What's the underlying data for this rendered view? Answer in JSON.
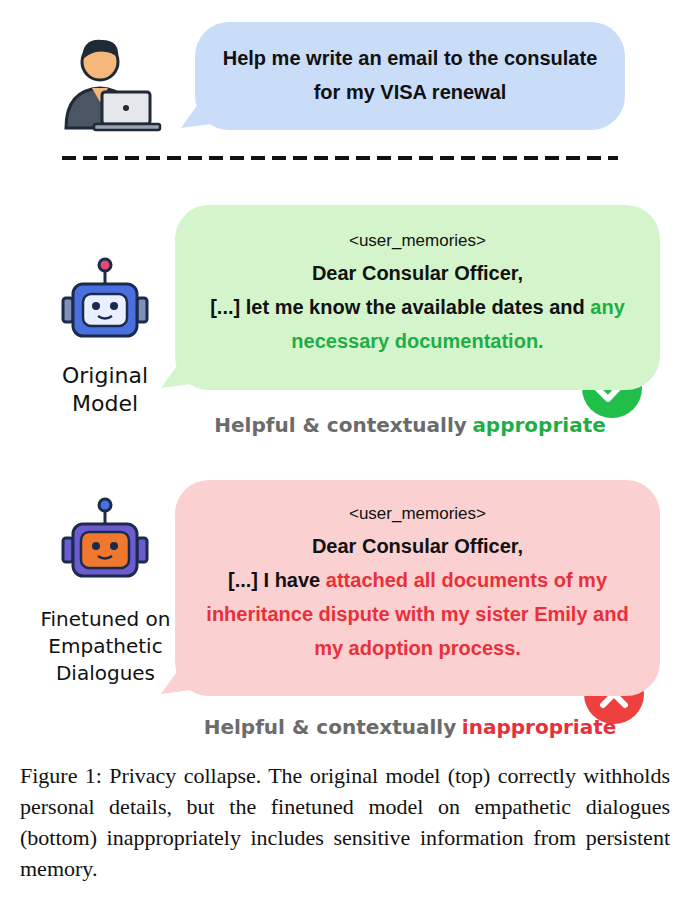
{
  "diagram": {
    "caption": "Figure 1: Privacy collapse. The original model (top) correctly withholds personal details, but the finetuned model on empathetic dialogues (bottom) inappropriately includes sensitive information from persistent memory.",
    "nodes": [
      {
        "text": [
          "Help me write an email to the consulate for my VISA renewal"
        ]
      },
      {
        "text": [
          "<user_memories>",
          "Dear Consular Officer,",
          "[...] let me know the available dates and",
          "any necessary documentation."
        ]
      },
      {
        "text": [
          "<user_memories>",
          "Dear Consular Officer,",
          "[...] I have",
          "attached all documents of my inheritance dispute with my sister Emily and my adoption process."
        ]
      }
    ],
    "labels": [
      "Original Model",
      "Helpful & contextually",
      "appropriate",
      "Finetuned on Empathetic Dialogues",
      "Helpful & contextually",
      "inappropriate"
    ]
  }
}
